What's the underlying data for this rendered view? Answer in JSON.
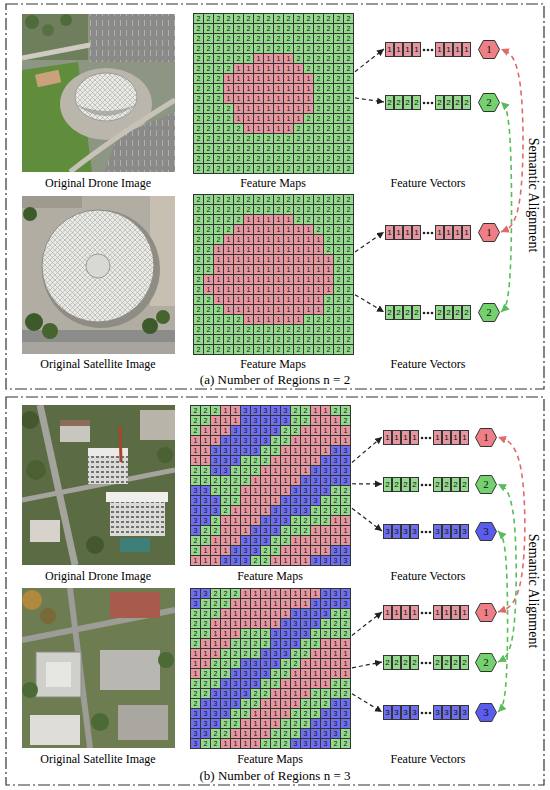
{
  "diagram": {
    "nodes": [
      {
        "text": [
          "(a) Number of Regions n = 2"
        ]
      },
      {
        "text": [
          "2",
          "2",
          "2",
          "2",
          "2",
          "2",
          "2",
          "2",
          "2",
          "2",
          "2",
          "2",
          "2",
          "2",
          "2",
          "2",
          "2",
          "2",
          "2",
          "2",
          "2",
          "2",
          "2",
          "2",
          "2",
          "2",
          "2",
          "2",
          "2",
          "2",
          "2",
          "2",
          "2",
          "2",
          "2",
          "2",
          "2",
          "2",
          "2",
          "2",
          "2",
          "2",
          "2",
          "2",
          "2",
          "2",
          "2",
          "2",
          "2",
          "2",
          "2",
          "2",
          "2",
          "2",
          "2",
          "2",
          "2",
          "2",
          "2",
          "2",
          "2",
          "2",
          "2",
          "2",
          "2",
          "2",
          "2",
          "2",
          "2",
          "2",
          "1",
          "1",
          "1",
          "1",
          "2",
          "2",
          "2",
          "2",
          "2",
          "2",
          "2",
          "2",
          "2",
          "2",
          "1",
          "1",
          "1",
          "1",
          "1",
          "1",
          "1",
          "2",
          "2",
          "2",
          "2",
          "2",
          "2",
          "2",
          "2",
          "1",
          "1",
          "1",
          "1",
          "1",
          "1",
          "1",
          "1",
          "1",
          "2",
          "2",
          "2",
          "2",
          "2",
          "2",
          "2",
          "1",
          "1",
          "1",
          "1",
          "1",
          "1",
          "1",
          "1",
          "1",
          "2",
          "2",
          "2",
          "2",
          "2",
          "2",
          "2",
          "1",
          "1",
          "1",
          "1",
          "1",
          "1",
          "1",
          "1",
          "1",
          "2",
          "2",
          "2",
          "2",
          "2",
          "2",
          "2",
          "2",
          "1",
          "1",
          "1",
          "1",
          "1",
          "1",
          "1",
          "1",
          "2",
          "2",
          "2",
          "2",
          "2",
          "2",
          "2",
          "2",
          "1",
          "1",
          "1",
          "1",
          "1",
          "1",
          "1",
          "2",
          "2",
          "2",
          "2",
          "2",
          "2",
          "2",
          "2",
          "2",
          "2",
          "1",
          "1",
          "1",
          "1",
          "1",
          "2",
          "2",
          "2",
          "2",
          "2",
          "2",
          "2",
          "2",
          "2",
          "2",
          "2",
          "2",
          "2",
          "2",
          "2",
          "2",
          "2",
          "2",
          "2",
          "2",
          "2",
          "2",
          "2",
          "2",
          "2",
          "2",
          "2",
          "2",
          "2",
          "2",
          "2",
          "2",
          "2",
          "2",
          "2",
          "2",
          "2",
          "2",
          "2",
          "2",
          "2",
          "2",
          "2",
          "2",
          "2",
          "2",
          "2",
          "2",
          "2",
          "2",
          "2",
          "2",
          "2",
          "2",
          "2",
          "2",
          "2",
          "2",
          "2",
          "2",
          "2",
          "2",
          "2",
          "2",
          "2",
          "2",
          "2",
          "2",
          "2",
          "2"
        ],
        "in": 0
      },
      {
        "text": [
          "1",
          "1",
          "1",
          "1",
          "1",
          "1",
          "1",
          "1"
        ],
        "in": 0
      },
      {
        "text": [
          "1"
        ],
        "in": 0
      },
      {
        "text": [
          "2",
          "2",
          "2",
          "2",
          "2",
          "2",
          "2",
          "2"
        ],
        "in": 0
      },
      {
        "text": [
          "2"
        ],
        "in": 0
      },
      {
        "text": [
          "2",
          "2",
          "2",
          "2",
          "2",
          "2",
          "2",
          "2",
          "2",
          "2",
          "2",
          "2",
          "2",
          "2",
          "2",
          "2",
          "2",
          "2",
          "2",
          "2",
          "2",
          "2",
          "2",
          "2",
          "2",
          "2",
          "2",
          "2",
          "2",
          "2",
          "2",
          "2",
          "2",
          "2",
          "2",
          "2",
          "2",
          "1",
          "1",
          "1",
          "1",
          "1",
          "2",
          "2",
          "2",
          "2",
          "2",
          "2",
          "2",
          "2",
          "2",
          "2",
          "1",
          "1",
          "1",
          "1",
          "1",
          "1",
          "1",
          "1",
          "2",
          "2",
          "2",
          "2",
          "2",
          "2",
          "2",
          "1",
          "1",
          "1",
          "1",
          "1",
          "1",
          "1",
          "1",
          "1",
          "1",
          "2",
          "2",
          "2",
          "2",
          "2",
          "1",
          "1",
          "1",
          "1",
          "1",
          "1",
          "1",
          "1",
          "1",
          "1",
          "1",
          "2",
          "2",
          "2",
          "2",
          "2",
          "1",
          "1",
          "1",
          "1",
          "1",
          "1",
          "1",
          "1",
          "1",
          "1",
          "1",
          "1",
          "2",
          "2",
          "2",
          "2",
          "1",
          "1",
          "1",
          "1",
          "1",
          "1",
          "1",
          "1",
          "1",
          "1",
          "1",
          "1",
          "2",
          "2",
          "2",
          "1",
          "1",
          "1",
          "1",
          "1",
          "1",
          "1",
          "1",
          "1",
          "1",
          "1",
          "1",
          "1",
          "2",
          "2",
          "2",
          "1",
          "1",
          "1",
          "1",
          "1",
          "1",
          "1",
          "1",
          "1",
          "1",
          "1",
          "1",
          "1",
          "2",
          "2",
          "2",
          "2",
          "1",
          "1",
          "1",
          "1",
          "1",
          "1",
          "1",
          "1",
          "1",
          "1",
          "1",
          "2",
          "2",
          "2",
          "2",
          "2",
          "2",
          "1",
          "1",
          "1",
          "1",
          "1",
          "1",
          "1",
          "1",
          "1",
          "1",
          "2",
          "2",
          "2",
          "2",
          "2",
          "2",
          "2",
          "2",
          "1",
          "1",
          "1",
          "1",
          "1",
          "1",
          "2",
          "2",
          "2",
          "2",
          "2",
          "2",
          "2",
          "2",
          "2",
          "2",
          "2",
          "2",
          "2",
          "2",
          "2",
          "2",
          "2",
          "2",
          "2",
          "2",
          "2",
          "2",
          "2",
          "2",
          "2",
          "2",
          "2",
          "2",
          "2",
          "2",
          "2",
          "2",
          "2",
          "2",
          "2",
          "2",
          "2",
          "2",
          "2",
          "2",
          "2",
          "2",
          "2",
          "2",
          "2",
          "2",
          "2",
          "2",
          "2",
          "2",
          "2",
          "2",
          "2"
        ],
        "in": 0
      },
      {
        "text": [
          "1",
          "1",
          "1",
          "1",
          "1",
          "1",
          "1",
          "1"
        ],
        "in": 0
      },
      {
        "text": [
          "1"
        ],
        "in": 0
      },
      {
        "text": [
          "2",
          "2",
          "2",
          "2",
          "2",
          "2",
          "2",
          "2"
        ],
        "in": 0
      },
      {
        "text": [
          "2"
        ],
        "in": 0
      },
      {
        "text": [
          "(b) Number of Regions n = 3"
        ]
      },
      {
        "text": [
          "2",
          "2",
          "2",
          "1",
          "1",
          "3",
          "3",
          "3",
          "3",
          "3",
          "2",
          "2",
          "1",
          "1",
          "2",
          "2",
          "2",
          "2",
          "1",
          "1",
          "1",
          "3",
          "3",
          "3",
          "3",
          "3",
          "2",
          "2",
          "1",
          "1",
          "1",
          "2",
          "2",
          "1",
          "1",
          "1",
          "3",
          "3",
          "3",
          "3",
          "3",
          "2",
          "2",
          "1",
          "1",
          "1",
          "1",
          "1",
          "1",
          "1",
          "1",
          "3",
          "3",
          "3",
          "3",
          "3",
          "2",
          "2",
          "1",
          "1",
          "1",
          "1",
          "1",
          "1",
          "1",
          "1",
          "3",
          "3",
          "3",
          "3",
          "3",
          "2",
          "2",
          "1",
          "1",
          "1",
          "1",
          "1",
          "3",
          "3",
          "1",
          "1",
          "3",
          "3",
          "3",
          "2",
          "2",
          "2",
          "1",
          "1",
          "1",
          "1",
          "1",
          "3",
          "3",
          "3",
          "2",
          "2",
          "3",
          "3",
          "2",
          "2",
          "2",
          "1",
          "1",
          "1",
          "1",
          "1",
          "3",
          "3",
          "3",
          "3",
          "2",
          "2",
          "2",
          "2",
          "2",
          "2",
          "1",
          "1",
          "1",
          "1",
          "1",
          "3",
          "3",
          "3",
          "3",
          "3",
          "3",
          "3",
          "2",
          "2",
          "2",
          "1",
          "1",
          "1",
          "1",
          "1",
          "3",
          "3",
          "3",
          "3",
          "2",
          "2",
          "3",
          "3",
          "3",
          "2",
          "2",
          "1",
          "1",
          "1",
          "1",
          "3",
          "3",
          "3",
          "3",
          "2",
          "2",
          "2",
          "3",
          "3",
          "3",
          "2",
          "1",
          "1",
          "1",
          "1",
          "3",
          "3",
          "3",
          "3",
          "2",
          "2",
          "2",
          "2",
          "3",
          "3",
          "2",
          "1",
          "1",
          "1",
          "1",
          "3",
          "3",
          "3",
          "2",
          "2",
          "2",
          "2",
          "1",
          "1",
          "3",
          "2",
          "2",
          "1",
          "1",
          "1",
          "3",
          "3",
          "3",
          "2",
          "2",
          "2",
          "1",
          "1",
          "1",
          "1",
          "2",
          "2",
          "1",
          "1",
          "1",
          "3",
          "3",
          "3",
          "2",
          "2",
          "1",
          "1",
          "1",
          "1",
          "1",
          "1",
          "2",
          "1",
          "1",
          "1",
          "3",
          "3",
          "3",
          "2",
          "2",
          "1",
          "1",
          "1",
          "1",
          "1",
          "3",
          "3",
          "1",
          "1",
          "1",
          "3",
          "3",
          "3",
          "2",
          "2",
          "1",
          "1",
          "1",
          "1",
          "3",
          "3",
          "3",
          "3"
        ],
        "in": 11
      },
      {
        "text": [
          "1",
          "1",
          "1",
          "1",
          "1",
          "1",
          "1",
          "1"
        ],
        "in": 11
      },
      {
        "text": [
          "1"
        ],
        "in": 11
      },
      {
        "text": [
          "2",
          "2",
          "2",
          "2",
          "2",
          "2",
          "2",
          "2"
        ],
        "in": 11
      },
      {
        "text": [
          "2"
        ],
        "in": 11
      },
      {
        "text": [
          "3",
          "3",
          "3",
          "3",
          "3",
          "3",
          "3",
          "3"
        ],
        "in": 11
      },
      {
        "text": [
          "3"
        ],
        "in": 11
      },
      {
        "text": [
          "3",
          "3",
          "2",
          "2",
          "2",
          "1",
          "1",
          "1",
          "1",
          "1",
          "1",
          "1",
          "1",
          "3",
          "3",
          "3",
          "3",
          "2",
          "2",
          "2",
          "1",
          "1",
          "1",
          "1",
          "1",
          "1",
          "1",
          "1",
          "3",
          "3",
          "3",
          "3",
          "2",
          "2",
          "2",
          "1",
          "1",
          "1",
          "1",
          "1",
          "1",
          "1",
          "3",
          "3",
          "3",
          "3",
          "2",
          "2",
          "2",
          "2",
          "1",
          "1",
          "1",
          "1",
          "1",
          "1",
          "1",
          "3",
          "3",
          "3",
          "3",
          "2",
          "2",
          "2",
          "2",
          "2",
          "1",
          "1",
          "1",
          "2",
          "2",
          "2",
          "3",
          "3",
          "3",
          "3",
          "2",
          "2",
          "2",
          "2",
          "2",
          "1",
          "1",
          "1",
          "2",
          "2",
          "2",
          "2",
          "3",
          "3",
          "3",
          "2",
          "2",
          "1",
          "1",
          "1",
          "1",
          "1",
          "1",
          "2",
          "2",
          "2",
          "2",
          "3",
          "3",
          "3",
          "2",
          "2",
          "1",
          "1",
          "1",
          "1",
          "1",
          "1",
          "2",
          "2",
          "2",
          "3",
          "3",
          "3",
          "3",
          "2",
          "2",
          "1",
          "1",
          "1",
          "1",
          "1",
          "1",
          "2",
          "2",
          "2",
          "3",
          "3",
          "3",
          "3",
          "2",
          "2",
          "1",
          "1",
          "1",
          "1",
          "1",
          "1",
          "2",
          "2",
          "2",
          "3",
          "3",
          "3",
          "3",
          "2",
          "2",
          "1",
          "1",
          "1",
          "1",
          "1",
          "2",
          "2",
          "2",
          "2",
          "3",
          "3",
          "3",
          "3",
          "2",
          "2",
          "1",
          "1",
          "1",
          "1",
          "2",
          "2",
          "2",
          "2",
          "2",
          "3",
          "3",
          "3",
          "3",
          "2",
          "2",
          "1",
          "1",
          "1",
          "1",
          "2",
          "2",
          "2",
          "3",
          "3",
          "3",
          "3",
          "3",
          "3",
          "2",
          "2",
          "1",
          "1",
          "1",
          "1",
          "2",
          "2",
          "2",
          "3",
          "3",
          "3",
          "3",
          "3",
          "3",
          "2",
          "2",
          "1",
          "1",
          "1",
          "1",
          "2",
          "2",
          "2",
          "3",
          "3",
          "3",
          "3",
          "3",
          "3",
          "2",
          "2",
          "1",
          "1",
          "1",
          "1",
          "2",
          "2",
          "2",
          "3",
          "3",
          "3",
          "3",
          "2",
          "3",
          "2",
          "2",
          "1",
          "1",
          "1",
          "1",
          "2",
          "2",
          "2",
          "3",
          "3",
          "3",
          "3",
          "2",
          "2"
        ],
        "in": 11
      },
      {
        "text": [
          "1",
          "1",
          "1",
          "1",
          "1",
          "1",
          "1",
          "1"
        ],
        "in": 11
      },
      {
        "text": [
          "1"
        ],
        "in": 11
      },
      {
        "text": [
          "2",
          "2",
          "2",
          "2",
          "2",
          "2",
          "2",
          "2"
        ],
        "in": 11
      },
      {
        "text": [
          "2"
        ],
        "in": 11
      },
      {
        "text": [
          "3",
          "3",
          "3",
          "3",
          "3",
          "3",
          "3",
          "3"
        ],
        "in": 11
      },
      {
        "text": [
          "3"
        ],
        "in": 11
      }
    ],
    "edges": [
      {
        "from": 1,
        "to": 2,
        "arrow": "to"
      },
      {
        "from": 1,
        "to": 4,
        "arrow": "to"
      },
      {
        "from": 6,
        "to": 7,
        "arrow": "to"
      },
      {
        "from": 6,
        "to": 9,
        "arrow": "to"
      },
      {
        "from": 8,
        "to": 3,
        "arrow": "both"
      },
      {
        "from": 10,
        "to": 5,
        "arrow": "both"
      },
      {
        "from": 12,
        "to": 13,
        "arrow": "to"
      },
      {
        "from": 12,
        "to": 15,
        "arrow": "to"
      },
      {
        "from": 12,
        "to": 17,
        "arrow": "to"
      },
      {
        "from": 19,
        "to": 20,
        "arrow": "to"
      },
      {
        "from": 19,
        "to": 22,
        "arrow": "to"
      },
      {
        "from": 19,
        "to": 24,
        "arrow": "to"
      },
      {
        "from": 21,
        "to": 14,
        "arrow": "both"
      },
      {
        "from": 23,
        "to": 16,
        "arrow": "both"
      },
      {
        "from": 25,
        "to": 18,
        "arrow": "both"
      }
    ],
    "labels": [
      "Original Drone Image",
      "Feature Maps",
      "Feature Vectors",
      "Original Satellite Image",
      "Feature Maps",
      "Feature Vectors",
      "Semantic Alignment",
      "Original Drone Image",
      "Feature Maps",
      "Feature Vectors",
      "Original Satellite Image",
      "Feature Maps",
      "Feature Vectors",
      "Semantic Alignment"
    ]
  }
}
